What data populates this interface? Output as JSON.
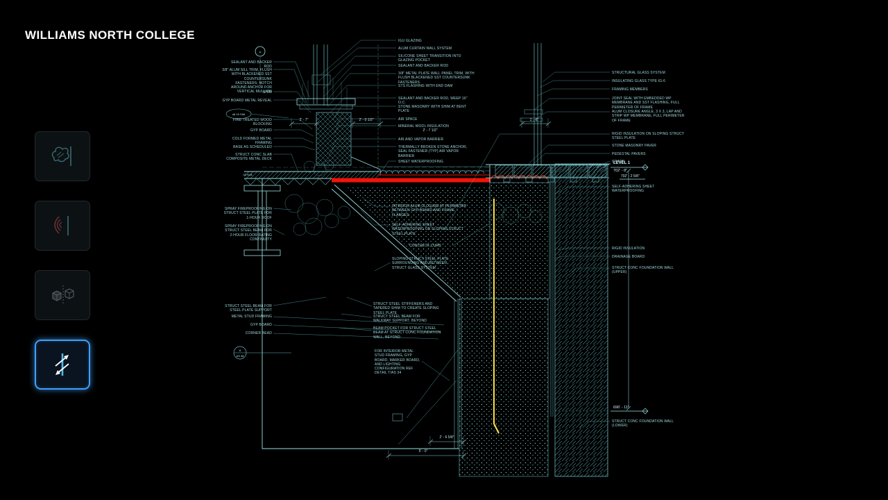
{
  "title": "WILLIAMS NORTH COLLEGE",
  "sidebar": {
    "tiles": [
      {
        "id": "cloud-markup",
        "selected": false
      },
      {
        "id": "arc-waves",
        "selected": false
      },
      {
        "id": "iso-boxes",
        "selected": false
      },
      {
        "id": "section-arrows",
        "selected": true
      }
    ]
  },
  "drawing": {
    "section_marker": "A",
    "sim_tag": "All 19 SIM",
    "slab_tag": "03 SLB",
    "detail_tag_top": "8",
    "detail_tag_bottom": "AS 38",
    "top": [
      "IGU GLAZING",
      "ALUM CURTAIN WALL SYSTEM",
      "SILICONE SHEET TRANSITION INTO GLAZING POCKET",
      "SEALANT AND BACKER ROD",
      "3/8\" METAL PLATE WALL PANEL TRIM, WITH FLUSH BLACKENED SST COUNTERSUNK FASTENERS",
      "STS FLASHING WITH END DAM",
      "SEALANT AND BACKER ROD, WEEP 16\" O.C.",
      "STONE MASONRY WITH SHIM AT BENT PLATE",
      "AIR SPACE",
      "MINERAL WOOL INSULATION",
      "AIR AND VAPOR BARRIER",
      "THERMALLY BROKEN STONE ANCHOR, SEAL FASTENER (TYP) AIR VAPOR BARRIER",
      "SHEET WATERPROOFING"
    ],
    "left": [
      "SEALANT AND BACKER ROD",
      "3/8\" ALUM SILL TRIM, FLUSH WITH BLACKENED SST COUNTERSUNK FASTENERS; NOTCH AROUND ANCHOR FOR VERTICAL MULLION",
      "SHIM",
      "GYP BOARD METAL REVEAL",
      "FIRE-TREATED WOOD BLOCKING",
      "GYP BOARD",
      "COLD FORMED METAL FRAMING",
      "BASE AS SCHEDULED",
      "STRUCT CONC SLAB COMPOSITE METAL DECK",
      "SPRAY FIREPROOFING ON STRUCT STEEL PLATE FOR 1-HOUR ROOF",
      "SPRAY FIREPROOFING ON STRUCT STEEL BEAM FOR 2-HOUR FLOOR RATING CONTINUITY",
      "STRUCT STEEL BEAM FOR STEEL PLATE SUPPORT",
      "METAL STUD FRAMING",
      "GYP BOARD",
      "CORNER BEAD"
    ],
    "center": [
      "INTERIOR ALUM CLOSURE AT PERIMETER BETWEEN GYP BOARD AND FRAME FLANGES",
      "SELF-ADHERING SHEET WATERPROOFING ON SLOPING STRUCT STEEL PLATE",
      "CONCRETE CURB",
      "SLOPING STRUCT STEEL PLATE SURROUNDING AND BETWEEN STRUCT GLASS SYSTEM",
      "STRUCT STEEL STIFFENERS AND TAPERED SHIM TO CREATE SLOPING STEEL PLATE",
      "STRUCT STEEL BEAM FOR WALKWAY SUPPORT, BEYOND",
      "BEAM POCKET FOR STRUCT STEEL BEAM AT STRUCT CONC FOUNDATION WALL, BEYOND",
      "FOR INTERIOR METAL STUD FRAMING, GYP BOARD, MARKER BOARD, AND LIGHTING CONFIGURATION REF DETAIL T/AS 34"
    ],
    "right": [
      "STRUCTURAL GLASS SYSTEM",
      "INSULATING GLASS TYPE IG-6",
      "FRAMING MEMBERS",
      "JOINT SEAL WITH EMBEDDED WP MEMBRANE AND SST FLASHING, FULL PERIMETER OF FRAME",
      "ALUM CLOSURE ANGLE, 3 X 3, LAP AND STRIP WP MEMBRANE, FULL PERIMETER OF FRAME",
      "RIGID INSULATION ON SLOPING STRUCT STEEL PLATE",
      "STONE MASONRY PAVER",
      "PEDESTAL PAVERS",
      "GRADE",
      "SELF-ADHERING SHEET WATERPROOFING",
      "RIGID INSULATION",
      "DRAINAGE BOARD",
      "STRUCT CONC FOUNDATION WALL (UPPER)",
      "STRUCT CONC FOUNDATION WALL (LOWER)"
    ],
    "levels": [
      {
        "name": "LEVEL 1",
        "elev": "702' - 8\""
      },
      {
        "elev": "702' - 2 5/8\""
      },
      {
        "elev": "696' - 11\""
      }
    ],
    "dims": [
      "2' - 7\"",
      "2' - 0 1/2\"",
      "2' - 7 1/2\"",
      "1' - 6\"",
      "2' - 6 5/8\"",
      "5' - 0\""
    ],
    "colors": {
      "line": "#6ab6bc",
      "highlight_red": "#f01408",
      "highlight_yellow": "#ffe23e",
      "selection_blue": "#3f9ff8"
    }
  }
}
